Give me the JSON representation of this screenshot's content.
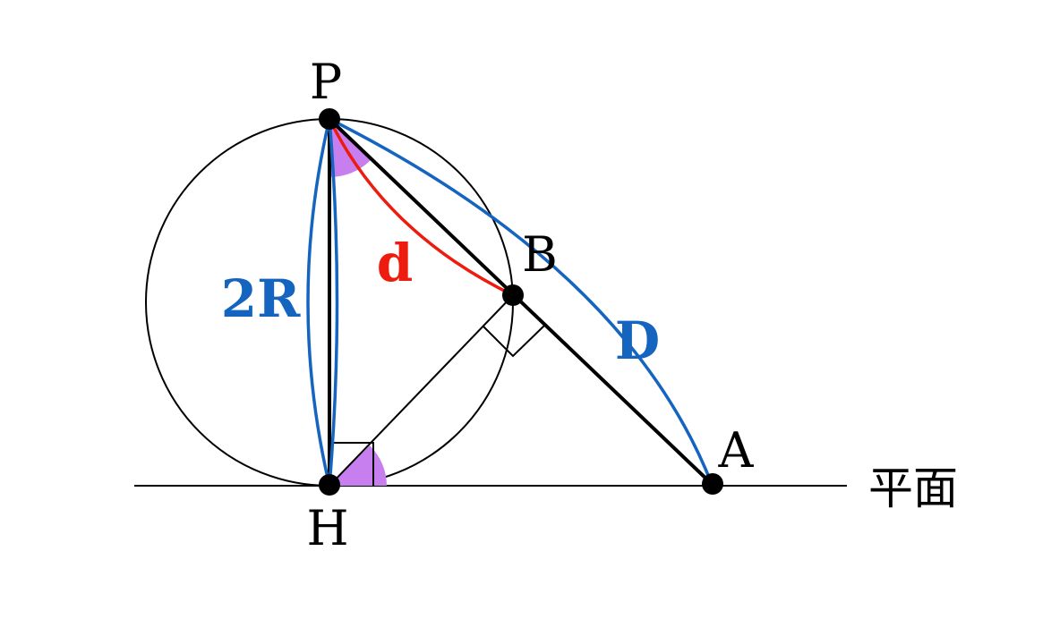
{
  "points": {
    "P": "P",
    "B": "B",
    "A": "A",
    "H": "H"
  },
  "measures": {
    "d": "d",
    "D": "D",
    "two_r": "2R"
  },
  "plane_label": "平面",
  "colors": {
    "line": "#000000",
    "blue": "#1565c0",
    "red": "#ee1c0e",
    "angle_fill": "#c77ff0"
  }
}
